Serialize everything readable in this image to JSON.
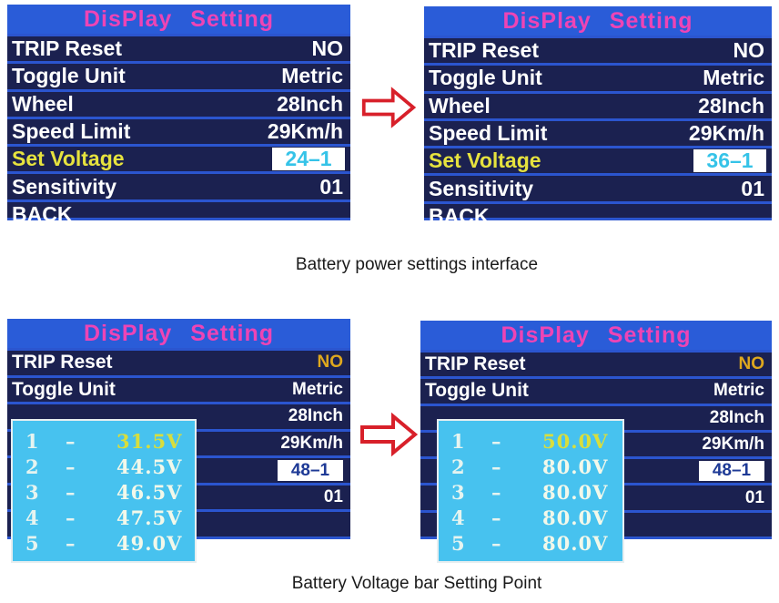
{
  "figure": {
    "caption_top": "Battery power settings interface",
    "caption_bottom": "Battery Voltage bar Setting Point"
  },
  "colors": {
    "header_blue": "#2a5cd8",
    "row_navy": "#1b2150",
    "separator_blue": "#2b55cf",
    "title_magenta": "#ee44b5",
    "label_yellow": "#e6e23e",
    "value_cyan": "#35c3e8",
    "value_orange": "#dfa81e",
    "boxed_navy_text": "#1e3a96",
    "popup_cyan": "#47c2ef",
    "popup_first_row_yellow": "#d8de3c",
    "arrow_red": "#d8202a"
  },
  "panels": {
    "top_left": {
      "title": "DisPlay Setting",
      "rows": [
        {
          "label": "TRIP Reset",
          "value": "NO"
        },
        {
          "label": "Toggle Unit",
          "value": "Metric"
        },
        {
          "label": "Wheel",
          "value": "28Inch"
        },
        {
          "label": "Speed Limit",
          "value": "29Km/h"
        },
        {
          "label": "Set Voltage",
          "value": "24–1"
        },
        {
          "label": "Sensitivity",
          "value": "01"
        },
        {
          "label": "BACK",
          "value": ""
        }
      ]
    },
    "top_right": {
      "title": "DisPlay Setting",
      "rows": [
        {
          "label": "TRIP Reset",
          "value": "NO"
        },
        {
          "label": "Toggle Unit",
          "value": "Metric"
        },
        {
          "label": "Wheel",
          "value": "28Inch"
        },
        {
          "label": "Speed Limit",
          "value": "29Km/h"
        },
        {
          "label": "Set Voltage",
          "value": "36–1"
        },
        {
          "label": "Sensitivity",
          "value": "01"
        },
        {
          "label": "BACK",
          "value": ""
        }
      ]
    },
    "bottom_left": {
      "title": "DisPlay Setting",
      "rows": [
        {
          "label": "TRIP Reset",
          "value": "NO"
        },
        {
          "label": "Toggle Unit",
          "value": "Metric"
        },
        {
          "label": "",
          "value": "28Inch"
        },
        {
          "label": "",
          "value": "29Km/h"
        },
        {
          "label": "",
          "value": "48–1"
        },
        {
          "label": "",
          "value": "01"
        },
        {
          "label": "",
          "value": ""
        }
      ],
      "popup": {
        "rows": [
          {
            "index": "1",
            "sep": "–",
            "value": "31.5V"
          },
          {
            "index": "2",
            "sep": "–",
            "value": "44.5V"
          },
          {
            "index": "3",
            "sep": "–",
            "value": "46.5V"
          },
          {
            "index": "4",
            "sep": "–",
            "value": "47.5V"
          },
          {
            "index": "5",
            "sep": "–",
            "value": "49.0V"
          }
        ]
      }
    },
    "bottom_right": {
      "title": "DisPlay Setting",
      "rows": [
        {
          "label": "TRIP Reset",
          "value": "NO"
        },
        {
          "label": "Toggle Unit",
          "value": "Metric"
        },
        {
          "label": "",
          "value": "28Inch"
        },
        {
          "label": "",
          "value": "29Km/h"
        },
        {
          "label": "",
          "value": "48–1"
        },
        {
          "label": "",
          "value": "01"
        },
        {
          "label": "",
          "value": ""
        }
      ],
      "popup": {
        "rows": [
          {
            "index": "1",
            "sep": "–",
            "value": "50.0V"
          },
          {
            "index": "2",
            "sep": "–",
            "value": "80.0V"
          },
          {
            "index": "3",
            "sep": "–",
            "value": "80.0V"
          },
          {
            "index": "4",
            "sep": "–",
            "value": "80.0V"
          },
          {
            "index": "5",
            "sep": "–",
            "value": "80.0V"
          }
        ]
      }
    }
  }
}
